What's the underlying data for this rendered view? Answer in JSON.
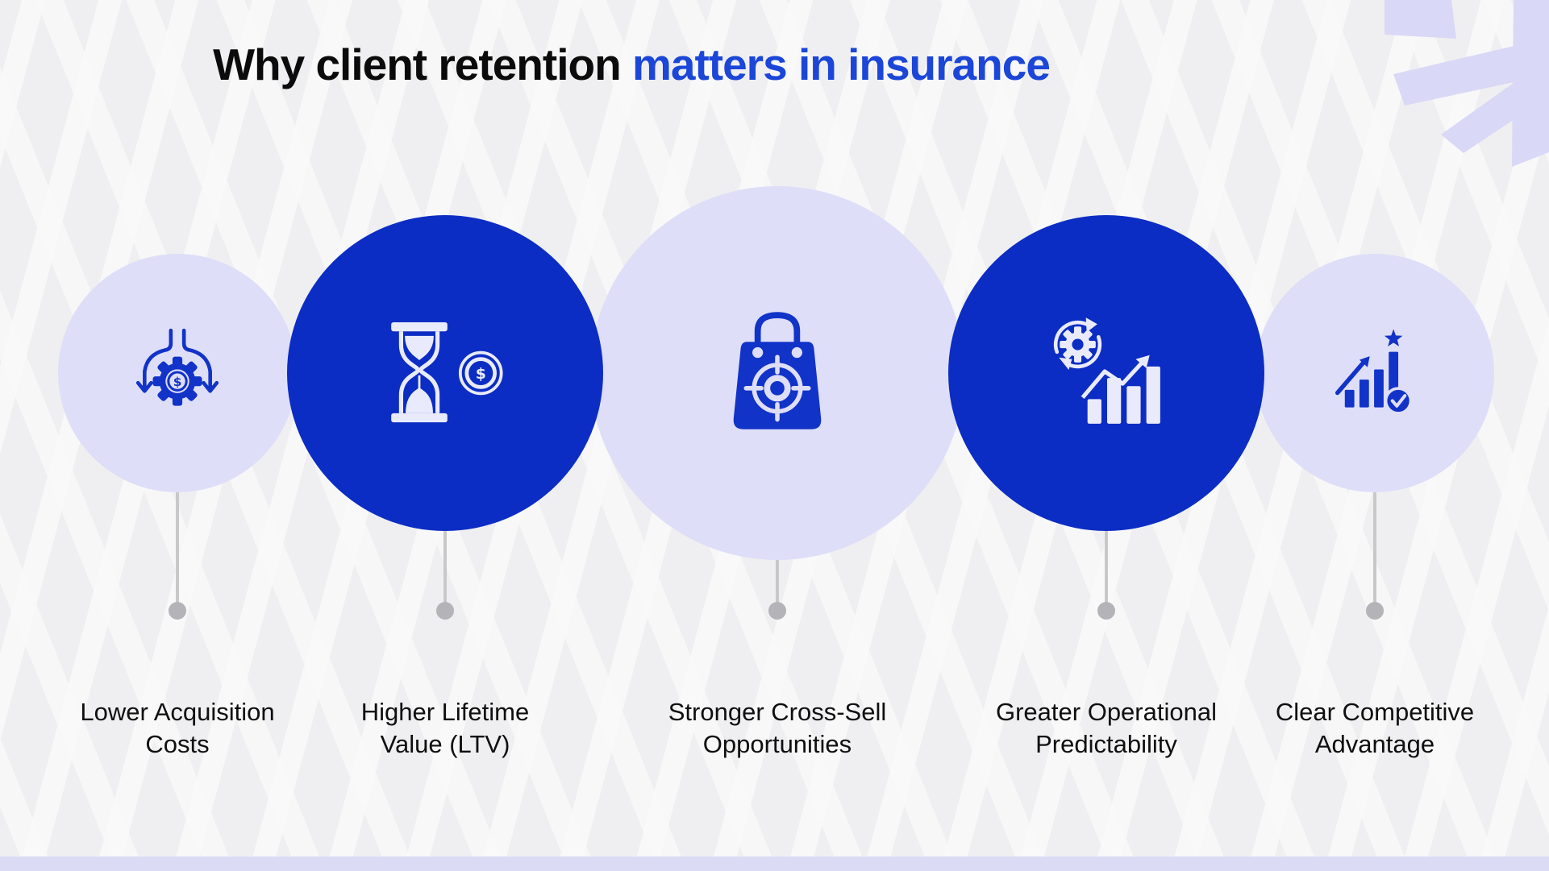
{
  "title": {
    "text_black": "Why client retention",
    "text_blue": "matters in insurance"
  },
  "items": [
    {
      "id": "lower-acquisition-costs",
      "label_line1": "Lower Acquisition",
      "label_line2": "Costs",
      "icon": "cost-reduction-gear-dollar-icon",
      "variant": "light"
    },
    {
      "id": "higher-lifetime-value",
      "label_line1": "Higher Lifetime",
      "label_line2": "Value (LTV)",
      "icon": "hourglass-dollar-coin-icon",
      "variant": "dark"
    },
    {
      "id": "stronger-cross-sell",
      "label_line1": "Stronger Cross-Sell",
      "label_line2": "Opportunities",
      "icon": "shopping-bag-target-icon",
      "variant": "light"
    },
    {
      "id": "greater-operational-predictability",
      "label_line1": "Greater Operational",
      "label_line2": "Predictability",
      "icon": "process-gear-growth-chart-icon",
      "variant": "dark"
    },
    {
      "id": "clear-competitive-advantage",
      "label_line1": "Clear Competitive",
      "label_line2": "Advantage",
      "icon": "bar-chart-star-check-icon",
      "variant": "light"
    }
  ],
  "decor": {
    "corner_icon": "north-east-arrow-burst-icon"
  },
  "colors": {
    "background": "#F2F2F4",
    "dark_circle_blue": "#0C2DC3",
    "icon_blue": "#1133C8",
    "accent_title_blue": "#1B46D8",
    "lavender_circle": "#DEDEF8",
    "corner_decor_lavender": "#D9D8F6",
    "bottom_strip_lavender": "#DBDBF5",
    "connector_line_gray": "#C8C8C8",
    "connector_dot_gray": "#B4B4B8",
    "text_black": "#0F0F0F"
  }
}
